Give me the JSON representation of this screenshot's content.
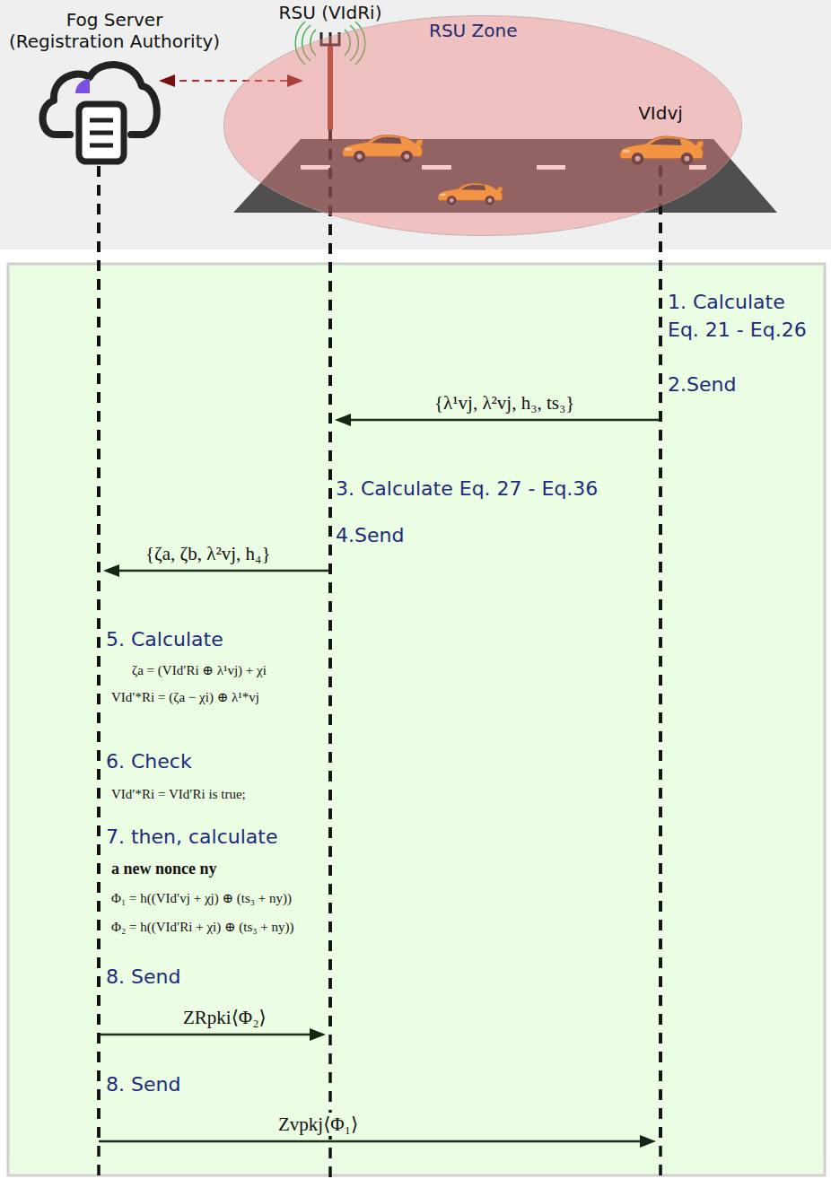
{
  "diagram": {
    "nodes": [
      {
        "text": [
          "Fog Server",
          "(Registration Authority)"
        ]
      },
      {
        "text": [
          "RSU Zone"
        ]
      },
      {
        "text": [
          "RSU (VIdRi)"
        ],
        "in": 1
      },
      {
        "text": [
          "VIdvj"
        ],
        "in": 1
      }
    ],
    "edges": [
      {
        "from": 0,
        "to": 2,
        "arrow": "both"
      },
      {
        "from": 3,
        "to": 2,
        "label": "{λ¹vj, λ²vj, h₃, ts₃}",
        "arrow": "to"
      },
      {
        "from": 2,
        "to": 0,
        "label": "{ζa, ζb, λ²vj, h₄}",
        "arrow": "to"
      },
      {
        "from": 0,
        "to": 2,
        "label": "ZRpki⟨Φ₂⟩",
        "arrow": "to"
      },
      {
        "from": 0,
        "to": 3,
        "label": "Zvpkj⟨Φ₁⟩",
        "arrow": "to"
      }
    ],
    "labels": [
      "1. Calculate Eq. 21 - Eq.26",
      "2.Send",
      "3. Calculate Eq. 27 - Eq.36",
      "4.Send",
      "5. Calculate",
      "ζa = (VId′Ri ⊕ λ¹vj) + χi",
      "VId′*Ri = (ζa − χi) ⊕ λ¹*vj",
      "6. Check",
      "VId′*Ri = VId′Ri is true;",
      "7. then, calculate",
      "a new nonce ny",
      "Φ₁ = h((VId′vj + χj) ⊕ (ts₃ + ny))",
      "Φ₂ = h((VId′Ri + χi) ⊕ (ts₃ + ny))",
      "8. Send",
      "8. Send"
    ]
  }
}
